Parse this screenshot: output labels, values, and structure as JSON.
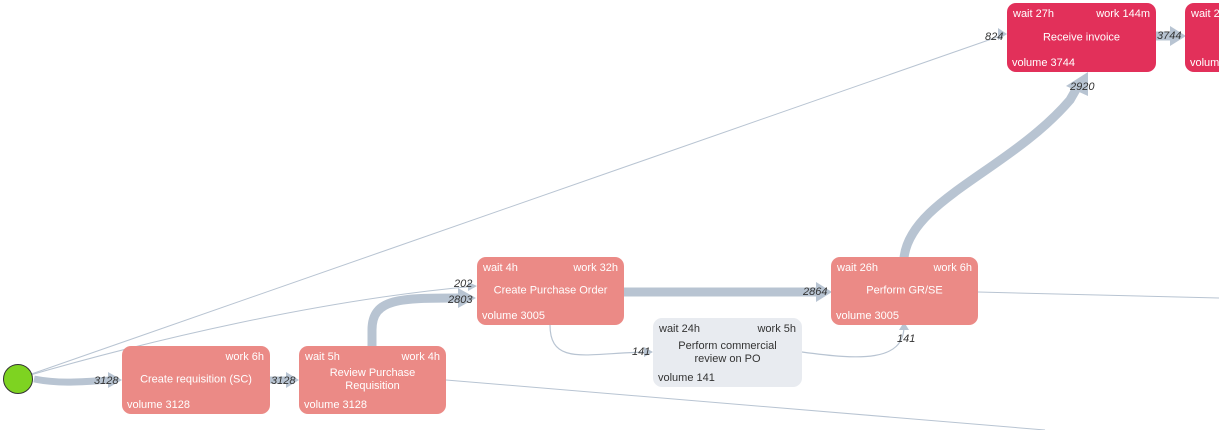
{
  "colors": {
    "node_default": "#eb8a86",
    "node_hot": "#e2305a",
    "node_rare": "#e8ebf0",
    "edge": "#b8c4d2",
    "start": "#7ed321"
  },
  "nodes": [
    {
      "id": "create-req",
      "title": "Create requisition (SC)",
      "wait": "",
      "work": "work 6h",
      "volume": "volume 3128"
    },
    {
      "id": "review-req",
      "title": "Review Purchase Requisition",
      "wait": "wait 5h",
      "work": "work 4h",
      "volume": "volume 3128"
    },
    {
      "id": "create-po",
      "title": "Create Purchase Order",
      "wait": "wait 4h",
      "work": "work 32h",
      "volume": "volume 3005"
    },
    {
      "id": "commercial-review",
      "title": "Perform commercial review on PO",
      "wait": "wait 24h",
      "work": "work 5h",
      "volume": "volume 141"
    },
    {
      "id": "gr-se",
      "title": "Perform GR/SE",
      "wait": "wait 26h",
      "work": "work 6h",
      "volume": "volume 3005"
    },
    {
      "id": "receive-invoice",
      "title": "Receive invoice",
      "wait": "wait 27h",
      "work": "work 144m",
      "volume": "volume 3744"
    },
    {
      "id": "next-partial",
      "title": "",
      "wait": "wait 2",
      "work": "",
      "volume": "volum"
    }
  ],
  "edges": [
    {
      "from": "start",
      "to": "create-req",
      "count": "3128"
    },
    {
      "from": "create-req",
      "to": "review-req",
      "count": "3128"
    },
    {
      "from": "review-req",
      "to": "create-po",
      "count": "2803"
    },
    {
      "from": "start",
      "to": "create-po",
      "count": "202"
    },
    {
      "from": "start",
      "to": "receive-invoice",
      "count": "824"
    },
    {
      "from": "create-po",
      "to": "gr-se",
      "count": "2864"
    },
    {
      "from": "create-po",
      "to": "commercial-review",
      "count": "141"
    },
    {
      "from": "commercial-review",
      "to": "gr-se",
      "count": "141"
    },
    {
      "from": "gr-se",
      "to": "receive-invoice",
      "count": "2920"
    },
    {
      "from": "receive-invoice",
      "to": "next-partial",
      "count": "3744"
    }
  ]
}
